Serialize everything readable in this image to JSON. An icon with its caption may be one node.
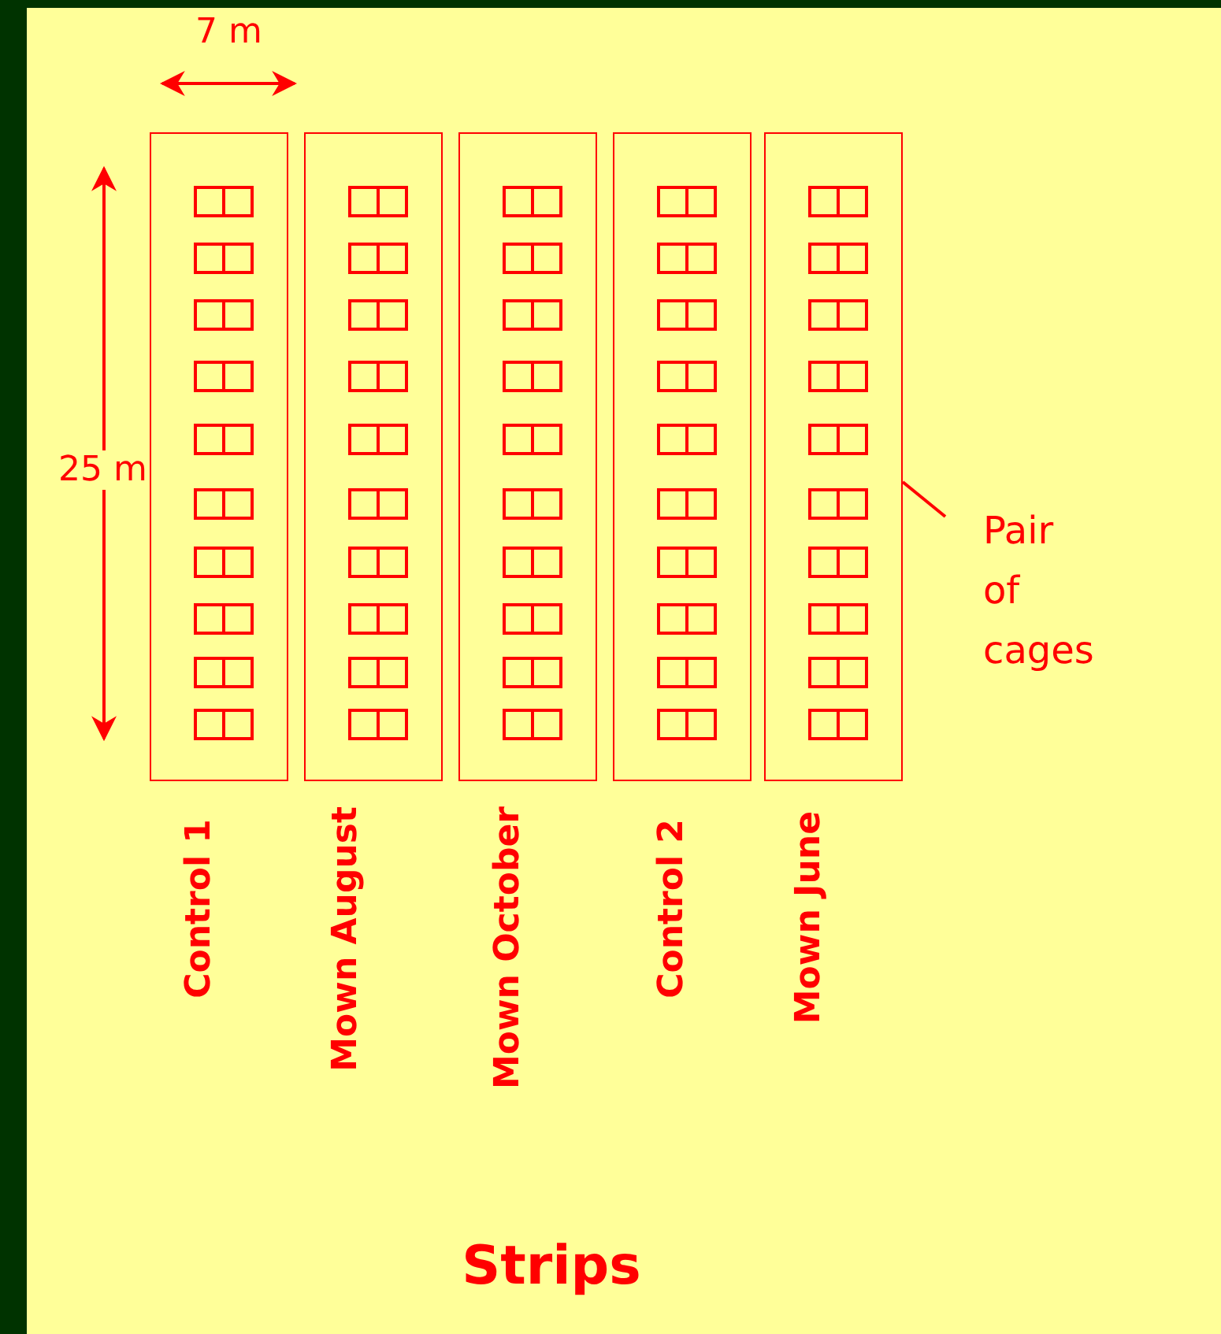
{
  "diagram": {
    "title": "Strips",
    "nodes": [
      {
        "text": [],
        "shape": "box",
        "beside": [
          "Control 1"
        ]
      },
      {
        "text": [],
        "shape": "box",
        "beside": [
          "Mown August"
        ]
      },
      {
        "text": [],
        "shape": "box",
        "beside": [
          "Mown October"
        ]
      },
      {
        "text": [],
        "shape": "box",
        "beside": [
          "Control 2"
        ]
      },
      {
        "text": [],
        "shape": "box",
        "beside": [
          "Mown June"
        ]
      },
      {
        "text": [
          "Pair of cages"
        ]
      }
    ],
    "edges": [
      {
        "from": 5,
        "to": 4,
        "arrow": "none"
      }
    ],
    "labels": [
      "7 m",
      "25 m"
    ]
  }
}
